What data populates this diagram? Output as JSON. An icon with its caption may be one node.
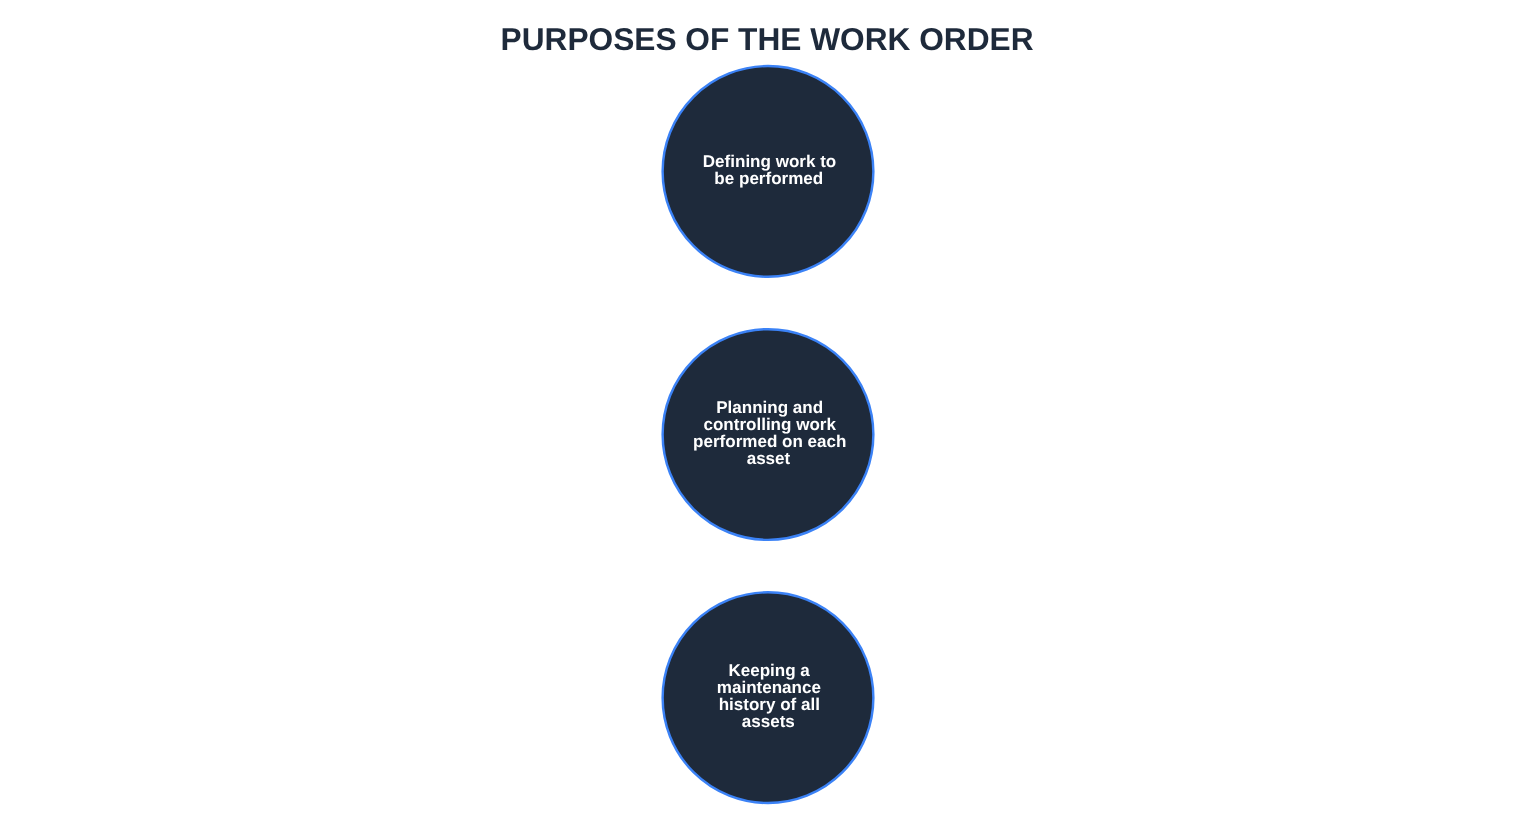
{
  "diagram": {
    "title": "PURPOSES OF THE WORK ORDER",
    "nodes": [
      {
        "text": [
          "Defining work to be performed"
        ]
      },
      {
        "text": [
          "Planning and controlling work performed on each asset"
        ]
      },
      {
        "text": [
          "Keeping a maintenance history of all assets"
        ]
      }
    ]
  }
}
